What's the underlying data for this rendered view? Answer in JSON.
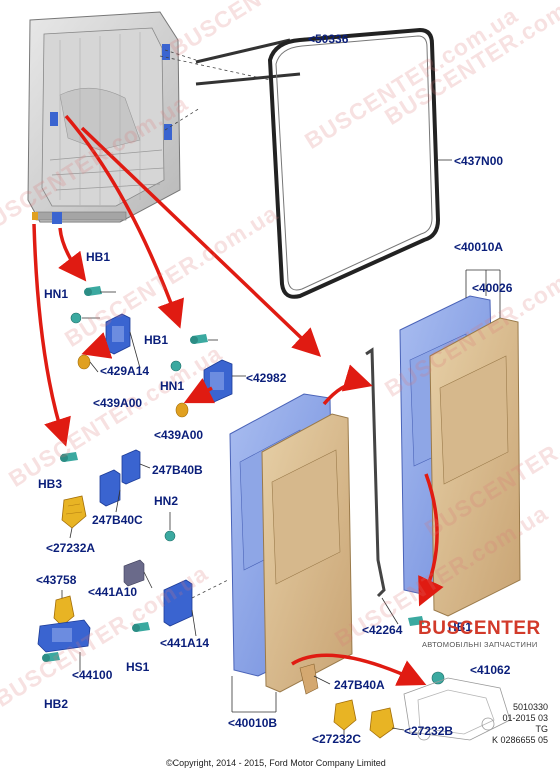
{
  "labels": {
    "p50336": "<50336",
    "p437N00": "<437N00",
    "p40010A": "<40010A",
    "p40026": "<40026",
    "hb1_a": "HB1",
    "hn1_a": "HN1",
    "p429A14": "<429A14",
    "p439A00_a": "<439A00",
    "hb1_b": "HB1",
    "hn1_b": "HN1",
    "p42982": "<42982",
    "p439A00_b": "<439A00",
    "hb3": "HB3",
    "p247B40B": "247B40B",
    "p247B40C": "247B40C",
    "p27232A": "<27232A",
    "hn2": "HN2",
    "p43758": "<43758",
    "p441A10": "<441A10",
    "p441A14": "<441A14",
    "p44100": "<44100",
    "hs1": "HS1",
    "hb2": "HB2",
    "p42264": "<42264",
    "hb1_c": "HB1",
    "p41062": "<41062",
    "p247B40A": "247B40A",
    "p40010B": "<40010B",
    "p27232C": "<27232C",
    "p27232B": "<27232B"
  },
  "footer": {
    "copyright": "©Copyright, 2014 - 2015, Ford Motor Company Limited",
    "code1": "5010330",
    "code2": "01-2015 03",
    "code3": "TG",
    "code4": "K 0286655 05"
  },
  "logo": {
    "main": "BUSCENTER",
    "sub": "АВТОМОБІЛЬНІ ЗАПЧАСТИНИ"
  },
  "watermark": {
    "text": "BUSCENTER.com.ua"
  },
  "colors": {
    "label": "#0a1e7a",
    "arrow": "#e01b12",
    "door_inner": "#8aa3e6",
    "door_outer": "#d8b98a",
    "hinge": "#3a64d0",
    "cap": "#e0a020",
    "logo": "#d23a2a"
  }
}
